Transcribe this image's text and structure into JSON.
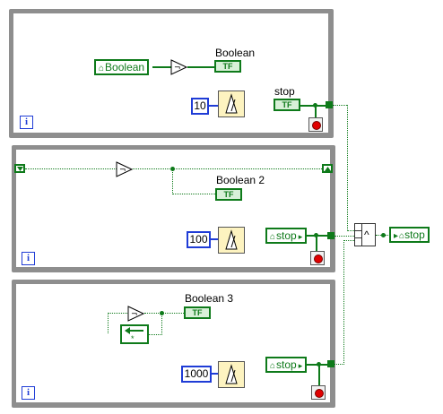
{
  "iteration_terminal": "i",
  "loops": [
    {
      "name": "top",
      "boolean_control": "Boolean",
      "indicator_label": "Boolean",
      "tf_text": "TF",
      "wait_ms": "10",
      "stop_label": "stop",
      "stop_tf_text": "TF"
    },
    {
      "name": "middle",
      "indicator_label": "Boolean 2",
      "tf_text": "TF",
      "wait_ms": "100",
      "stop_local": "stop"
    },
    {
      "name": "bottom",
      "indicator_label": "Boolean 3",
      "tf_text": "TF",
      "wait_ms": "1000",
      "stop_local": "stop"
    }
  ],
  "stop_output": "stop",
  "and_symbol": "^",
  "feedback_symbol": "*"
}
